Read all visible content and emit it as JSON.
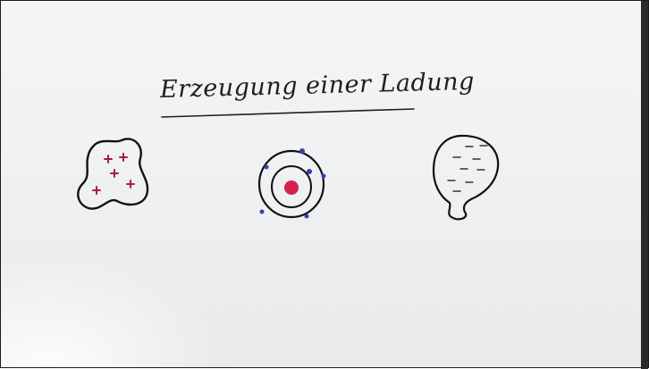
{
  "board": {
    "title": "Erzeugung einer Ladung"
  },
  "drawings": {
    "positive_blob": {
      "sign": "+",
      "count": 5,
      "sign_color": "#a3213a"
    },
    "atom": {
      "nucleus_color": "#d4244b",
      "electron_color": "#3a3fa8",
      "orbits": 2,
      "electrons": 6
    },
    "balloon": {
      "sign": "–",
      "count": 9
    }
  },
  "colors": {
    "board": "#f1f3f5",
    "ink": "#1e1e1e"
  }
}
